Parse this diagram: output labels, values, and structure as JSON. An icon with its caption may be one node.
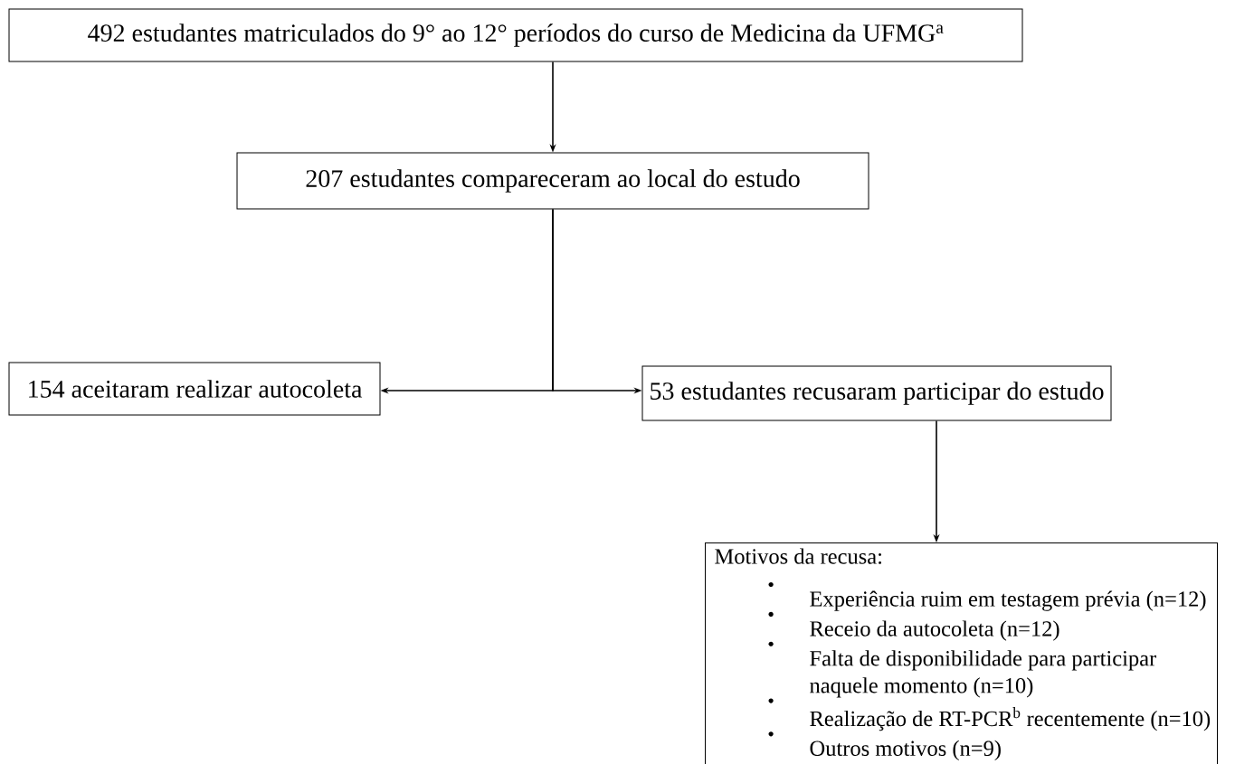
{
  "diagram": {
    "nodes": [
      {
        "text": [
          "492 estudantes matriculados do 9° ao 12° períodos do curso de Medicina da UFMG$^{a}$"
        ]
      },
      {
        "text": [
          "207 estudantes compareceram ao local do estudo"
        ]
      },
      {
        "text": [
          "154 aceitaram realizar autocoleta"
        ]
      },
      {
        "text": [
          "53 estudantes recusaram participar do estudo"
        ]
      },
      {
        "text": [
          "Motivos da recusa:",
          "Experiência ruim em testagem prévia (n=12)",
          "Receio da autocoleta (n=12)",
          "Falta de disponibilidade para participar naquele momento (n=10)",
          "Realização de RT-PCR$^{b}$ recentemente (n=10)",
          "Outros motivos (n=9)"
        ]
      }
    ],
    "edges": [
      {
        "from": 0,
        "to": 1,
        "arrow": "to"
      },
      {
        "from": 1,
        "to": 2,
        "arrow": "to"
      },
      {
        "from": 1,
        "to": 3,
        "arrow": "to"
      },
      {
        "from": 3,
        "to": 4,
        "arrow": "to"
      }
    ]
  }
}
